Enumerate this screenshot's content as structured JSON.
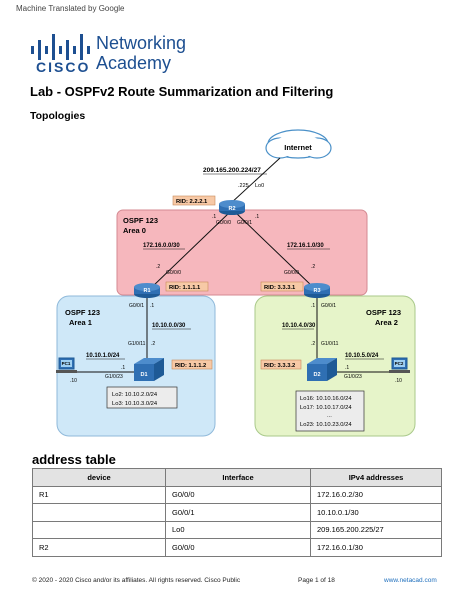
{
  "header": {
    "machine_translated": "Machine Translated by Google",
    "logo_text": "CISCO",
    "brand_line1": "Networking",
    "brand_line2": "Academy"
  },
  "doc": {
    "title": "Lab - OSPFv2 Route Summarization and Filtering",
    "topologies_heading": "Topologies",
    "address_table_heading": "address table"
  },
  "diagram": {
    "internet": "Internet",
    "internet_net": "209.165.200.224/27",
    "r2_host": ".225",
    "r2_lo": "Lo0",
    "r2_rid": "RID: 2.2.2.1",
    "r2_name": "R2",
    "r2_g000_host": ".1",
    "r2_g000": "G0/0/0",
    "r2_g001": "G0/0/1",
    "r2_g001_host": ".1",
    "area0_name": "OSPF 123",
    "area0_label": "Area 0",
    "link_r1_r2": "172.16.0.0/30",
    "link_r2_r3": "172.16.1.0/30",
    "r1_g000_host": ".2",
    "r1_g000": "G0/0/0",
    "r3_g000": "G0/0/0",
    "r3_g000_host": ".2",
    "r1_name": "R1",
    "r1_rid": "RID: 1.1.1.1",
    "r3_rid": "RID: 3.3.3.1",
    "r3_name": "R3",
    "r1_g001": "G0/0/1",
    "r1_g001_host": ".1",
    "r3_g001_host": ".1",
    "r3_g001": "G0/0/1",
    "area1_name": "OSPF 123",
    "area1_label": "Area 1",
    "area2_name": "OSPF 123",
    "area2_label": "Area 2",
    "link_r1_d1": "10.10.0.0/30",
    "link_r3_d2": "10.10.4.0/30",
    "d1_g0111": "G1/0/11",
    "d1_g0111_host": ".2",
    "d2_g0111_host": ".2",
    "d2_g0111": "G1/0/11",
    "pc1_net": "10.10.1.0/24",
    "pc1_name": "PC1",
    "pc1_host": ".10",
    "d1_name": "D1",
    "d1_vlan_host": ".1",
    "d1_g0123": "G1/0/23",
    "d1_rid": "RID: 1.1.1.2",
    "d2_rid": "RID: 3.3.3.2",
    "d2_name": "D2",
    "d2_vlan_host": ".1",
    "d2_g0123": "G1/0/23",
    "pc2_net": "10.10.5.0/24",
    "pc2_name": "PC2",
    "pc2_host": ".10",
    "d1_loopbacks": [
      "Lo2: 10.10.2.0/24",
      "Lo3: 10.10.3.0/24"
    ],
    "d2_loopbacks": [
      "Lo16: 10.10.16.0/24",
      "Lo17: 10.10.17.0/24",
      "...",
      "Lo23: 10.10.23.0/24"
    ],
    "colors": {
      "area0_fill": "#f6b7bd",
      "area1_fill": "#cfe8f8",
      "area2_fill": "#e6f4c9",
      "rid_fill": "#f7c9a6",
      "device_blue": "#2f6fb3"
    }
  },
  "address_table": {
    "headers": [
      "device",
      "Interface",
      "IPv4 addresses"
    ],
    "rows": [
      [
        "R1",
        "G0/0/0",
        "172.16.0.2/30"
      ],
      [
        "",
        "G0/0/1",
        "10.10.0.1/30"
      ],
      [
        "",
        "Lo0",
        "209.165.200.225/27"
      ],
      [
        "R2",
        "G0/0/0",
        "172.16.0.1/30"
      ]
    ]
  },
  "footer": {
    "copyright": "© 2020 - 2020 Cisco and/or its affiliates. All rights reserved. Cisco Public",
    "page": "Page 1 of 18",
    "url": "www.netacad.com"
  }
}
